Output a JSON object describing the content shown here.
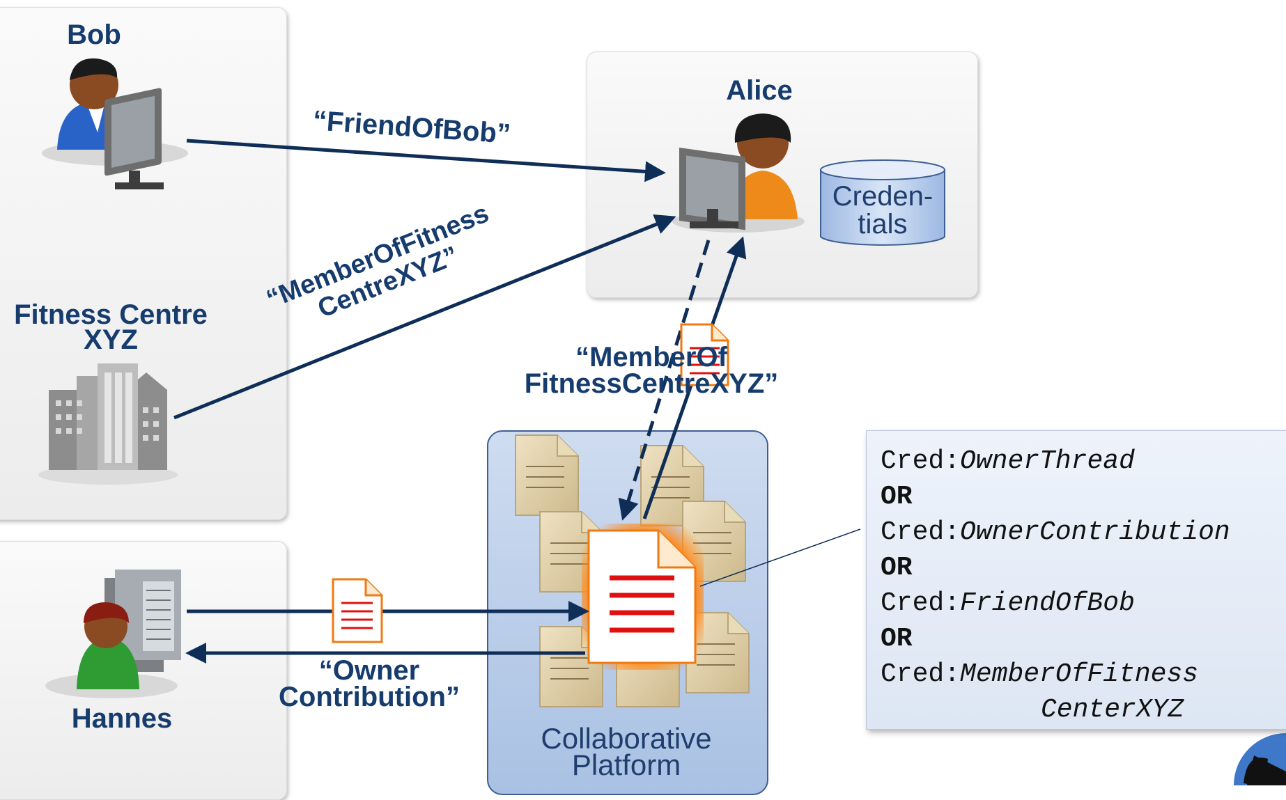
{
  "actors": {
    "bob": "Bob",
    "alice": "Alice",
    "fitness_centre": [
      "Fitness Centre",
      "XYZ"
    ],
    "hannes": "Hannes"
  },
  "database": [
    "Creden-",
    "tials"
  ],
  "platform": [
    "Collaborative",
    "Platform"
  ],
  "arrow_labels": {
    "friend_of_bob": "“FriendOfBob”",
    "member_of_fitness": [
      "“MemberOfFitness",
      "CentreXYZ”"
    ],
    "member_of_fitness_2": [
      "“MemberOf",
      "FitnessCentreXYZ”"
    ],
    "owner_contribution": [
      "“Owner",
      "Contribution”"
    ]
  },
  "policy": {
    "lines": [
      {
        "prefix": "Cred:",
        "value": "OwnerThread"
      },
      {
        "op": "OR"
      },
      {
        "prefix": "Cred:",
        "value": "OwnerContribution"
      },
      {
        "op": "OR"
      },
      {
        "prefix": "Cred:",
        "value": "FriendOfBob"
      },
      {
        "op": "OR"
      },
      {
        "prefix": "Cred:",
        "value": "MemberOfFitness"
      },
      {
        "prefix": "",
        "value": "CenterXYZ"
      }
    ]
  },
  "colors": {
    "label": "#163c6e",
    "arrow": "#0f2e57",
    "doc_red": "#e01010"
  }
}
